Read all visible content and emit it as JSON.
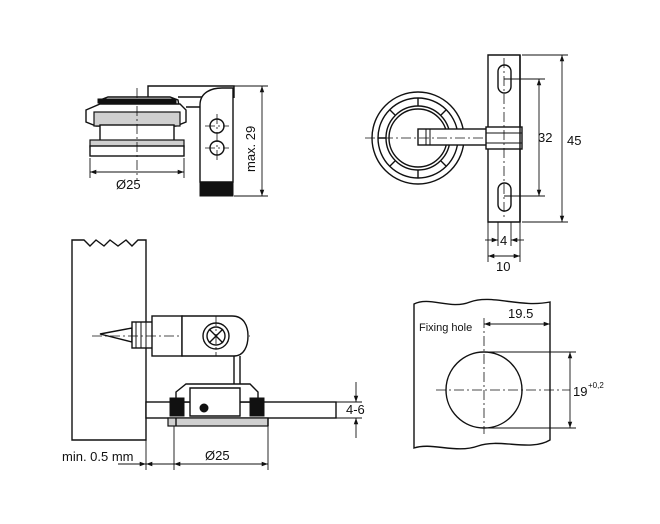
{
  "dimensions": {
    "top_left_diameter": "Ø25",
    "top_left_height": "max. 29",
    "top_right_height_outer": "45",
    "top_right_height_inner": "32",
    "top_right_width_inner": "4",
    "top_right_width_outer": "10",
    "bottom_left_min": "min. 0.5 mm",
    "bottom_left_diameter": "Ø25",
    "bottom_left_thickness": "4-6",
    "bottom_right_offset": "19.5",
    "bottom_right_height": "19",
    "bottom_right_tolerance": "+0,2"
  },
  "labels": {
    "fixing_hole": "Fixing hole"
  }
}
